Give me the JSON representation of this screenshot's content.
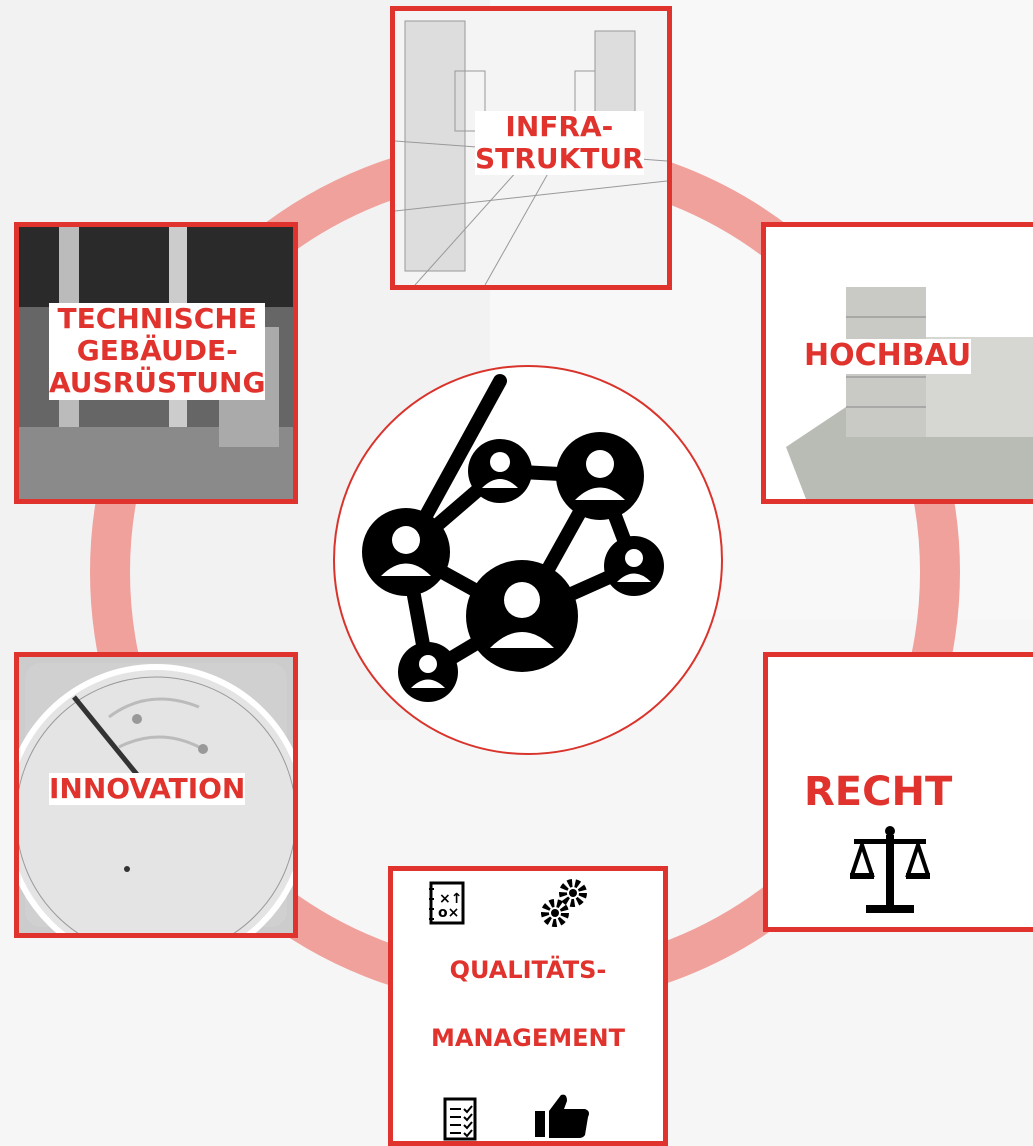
{
  "nodes": {
    "infrastruktur": {
      "line1": "INFRA-",
      "line2": "STRUKTUR"
    },
    "tga": {
      "line1": "TECHNISCHE",
      "line2": "GEBÄUDE-",
      "line3": "AUSRÜSTUNG"
    },
    "hochbau": {
      "label": "HOCHBAU"
    },
    "innovation": {
      "label": "INNOVATION"
    },
    "recht": {
      "label": "RECHT"
    },
    "qm": {
      "line1": "QUALITÄTS-",
      "line2": "MANAGEMENT"
    }
  },
  "colors": {
    "accent": "#e1332d",
    "ring": "#f0a19c"
  },
  "icons": [
    "network-people-icon",
    "scales-icon",
    "strategy-board-icon",
    "gears-icon",
    "checklist-icon",
    "thumbs-up-icon",
    "radar-icon"
  ]
}
